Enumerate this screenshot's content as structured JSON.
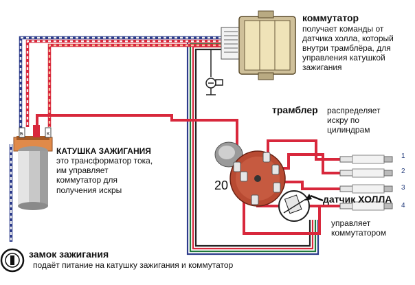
{
  "commutator": {
    "title": "коммутатор",
    "desc": "получает команды от датчика холла, который внутри трамблёра, для управления катушкой зажигания"
  },
  "distributor": {
    "title": "трамблер",
    "desc": "распределяет искру по цилиндрам"
  },
  "coil": {
    "title": "КАТУШКА ЗАЖИГАНИЯ",
    "desc": "это трансформатор тока, им управляет коммутатор для получения искры"
  },
  "hall_sensor": {
    "title": "датчик ХОЛЛА",
    "desc": "управляет коммутатором"
  },
  "ignition_lock": {
    "title": "замок зажигания",
    "desc": "подаёт питание на катушку зажигания и коммутатор"
  },
  "rotor_number": "20",
  "cylinders": [
    "1",
    "2",
    "3",
    "4"
  ],
  "colors": {
    "red": "#d8283c",
    "dark_red": "#b8152e",
    "green": "#1f7a3a",
    "blue": "#2c3b8a",
    "white": "#f5f5f5",
    "coil_body": "#c8c8c8",
    "commutator_body": "#e9d9a8",
    "distributor_cap": "#b84a32"
  }
}
